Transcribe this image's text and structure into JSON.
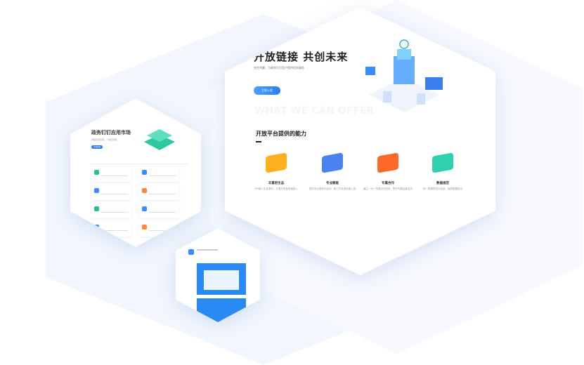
{
  "hero": {
    "title": "开放链接 共创未来",
    "subtitle": "合作共赢，为政务钉钉用户提供优质服务",
    "cta": "立即入驻"
  },
  "capabilities": {
    "watermark": "WHAT WE CAN OFFER",
    "title": "开放平台提供的能力",
    "items": [
      {
        "title": "丰富的生态",
        "desc": "API接口丰富便利，方便开发者快速接入",
        "color": "#ffb020"
      },
      {
        "title": "专业赋能",
        "desc": "提供专业指导与培训，助力开发者快速上线",
        "color": "#4a82f0"
      },
      {
        "title": "专属合作",
        "desc": "建立一对一专属合作关系，提供专属运营支持",
        "color": "#ff6a2a"
      },
      {
        "title": "数据规范",
        "desc": "统一数据规范与标准，保障数据安全",
        "color": "#2fd0b0"
      }
    ]
  },
  "market": {
    "title": "政务钉钉应用市场",
    "subtitle": "海量优质应用，一站式获取",
    "button": "立即查看",
    "apps": [
      {
        "color": "#2cc07a"
      },
      {
        "color": "#3a8cff"
      },
      {
        "color": "#3a8cff"
      },
      {
        "color": "#ff8a3a"
      },
      {
        "color": "#2cc07a"
      },
      {
        "color": "#3a8cff"
      },
      {
        "color": "#3a8cff"
      },
      {
        "color": "#ff8a3a"
      }
    ]
  }
}
